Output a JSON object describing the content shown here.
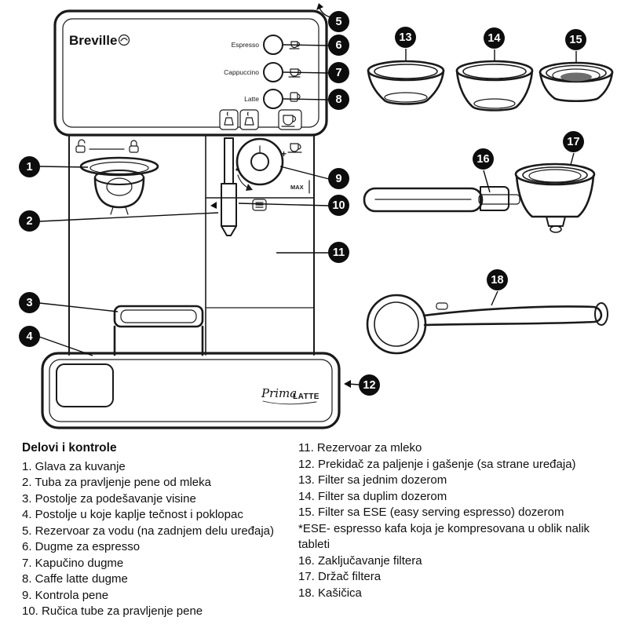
{
  "diagram": {
    "brand": "Breville",
    "model_script": "Prima",
    "model_caps": "LATTE",
    "max_label": "MAX",
    "plus_label": "+",
    "panel_buttons": [
      {
        "label": "Espresso"
      },
      {
        "label": "Cappuccino"
      },
      {
        "label": "Latte"
      }
    ]
  },
  "callouts": [
    "1",
    "2",
    "3",
    "4",
    "5",
    "6",
    "7",
    "8",
    "9",
    "10",
    "11",
    "12",
    "13",
    "14",
    "15",
    "16",
    "17",
    "18"
  ],
  "legend": {
    "title": "Delovi i kontrole",
    "left_items": [
      "1. Glava za kuvanje",
      "2. Tuba za pravljenje pene od mleka",
      "3. Postolje za podešavanje visine",
      "4. Postolje u koje kaplje tečnost i poklopac",
      "5. Rezervoar za vodu (na zadnjem delu uređaja)",
      "6. Dugme za espresso",
      "7. Kapučino dugme",
      "8. Caffe latte dugme",
      "9. Kontrola pene",
      "10. Ručica tube za pravljenje pene"
    ],
    "right_items": [
      "11. Rezervoar za mleko",
      "12. Prekidač za paljenje i gašenje (sa strane uređaja)",
      "13. Filter sa jednim dozerom",
      "14. Filter sa duplim dozerom",
      "15. Filter sa ESE (easy serving espresso) dozerom",
      "*ESE- espresso kafa koja je kompresovana u oblik nalik tableti",
      "16. Zaključavanje filtera",
      "17. Držač filtera",
      "18. Kašičica"
    ]
  }
}
